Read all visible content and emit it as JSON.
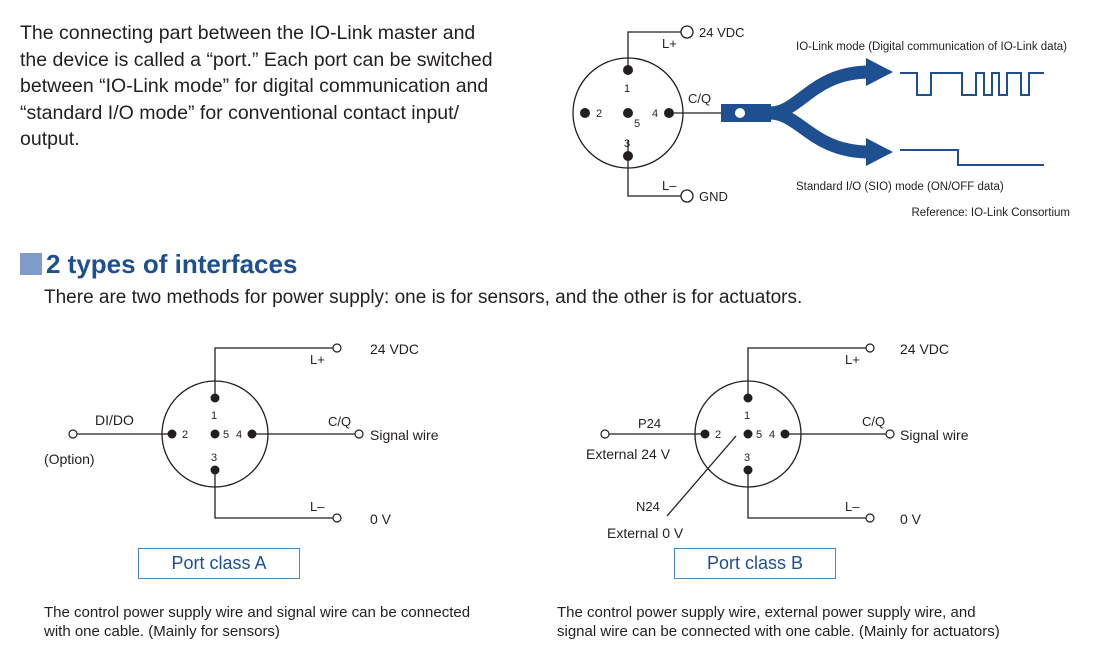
{
  "intro": {
    "lines": [
      "The connecting part between the IO-Link master and",
      "the device is called a “port.” Each port can be switched",
      "between “IO-Link mode” for digital communication and",
      "“standard I/O mode” for conventional contact input/",
      "output."
    ]
  },
  "top_diagram": {
    "supply_label": "24 VDC",
    "lplus": "L+",
    "lminus": "L–",
    "gnd_label": "GND",
    "cq_label": "C/Q",
    "pins": [
      "1",
      "2",
      "3",
      "4",
      "5"
    ],
    "iolink_mode_label": "IO-Link mode (Digital communication of IO-Link data)",
    "sio_mode_label": "Standard I/O (SIO) mode (ON/OFF data)",
    "reference": "Reference: IO-Link Consortium",
    "branch_color": "#1d4f91"
  },
  "section": {
    "heading": "2 types of interfaces",
    "subtitle": "There are two methods for power supply: one is for sensors, and the other is for actuators.",
    "accent_color": "#1d4f91",
    "square_color": "#7f9ccb"
  },
  "port_a": {
    "supply_label": "24 VDC",
    "lplus": "L+",
    "lminus": "L–",
    "zero_v": "0 V",
    "cq_label": "C/Q",
    "signal_wire": "Signal wire",
    "dido_label": "DI/DO",
    "option_label": "(Option)",
    "pins": [
      "1",
      "2",
      "3",
      "4",
      "5"
    ],
    "box_label": "Port class A",
    "caption": [
      "The control power supply wire and signal wire can be connected",
      "with one cable. (Mainly for sensors)"
    ]
  },
  "port_b": {
    "supply_label": "24 VDC",
    "lplus": "L+",
    "lminus": "L–",
    "zero_v": "0 V",
    "cq_label": "C/Q",
    "signal_wire": "Signal wire",
    "p24_label": "P24",
    "ext24_label": "External 24 V",
    "n24_label": "N24",
    "ext0_label": "External 0 V",
    "pins": [
      "1",
      "2",
      "3",
      "4",
      "5"
    ],
    "box_label": "Port class B",
    "caption": [
      "The control power supply wire, external power supply wire, and",
      "signal wire can be connected with one cable. (Mainly for actuators)"
    ]
  }
}
